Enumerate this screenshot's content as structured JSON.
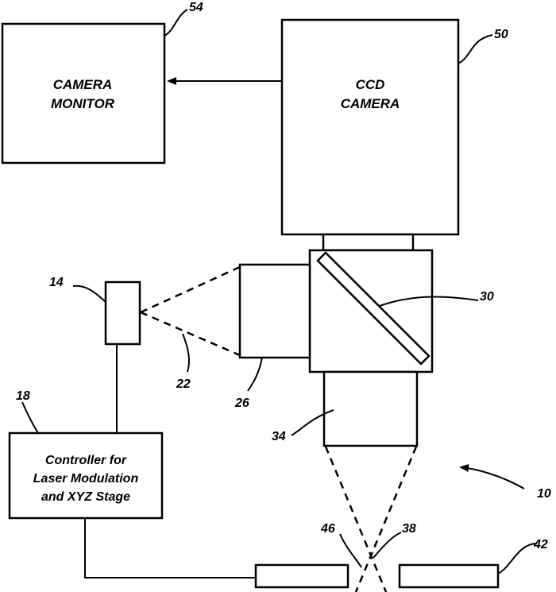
{
  "camera_monitor": {
    "line1": "CAMERA",
    "line2": "MONITOR",
    "ref": "54"
  },
  "ccd_camera": {
    "line1": "CCD",
    "line2": "CAMERA",
    "ref": "50"
  },
  "laser": {
    "ref": "14"
  },
  "beam": {
    "ref": "22"
  },
  "lens_assembly": {
    "ref": "26"
  },
  "beam_splitter": {
    "ref": "30"
  },
  "objective": {
    "ref": "34"
  },
  "controller": {
    "line1": "Controller for",
    "line2": "Laser Modulation",
    "line3": "and XYZ Stage",
    "ref": "18"
  },
  "system": {
    "ref": "10"
  },
  "focal_point": {
    "ref": "38"
  },
  "sample": {
    "ref": "46"
  },
  "stage": {
    "ref": "42"
  }
}
